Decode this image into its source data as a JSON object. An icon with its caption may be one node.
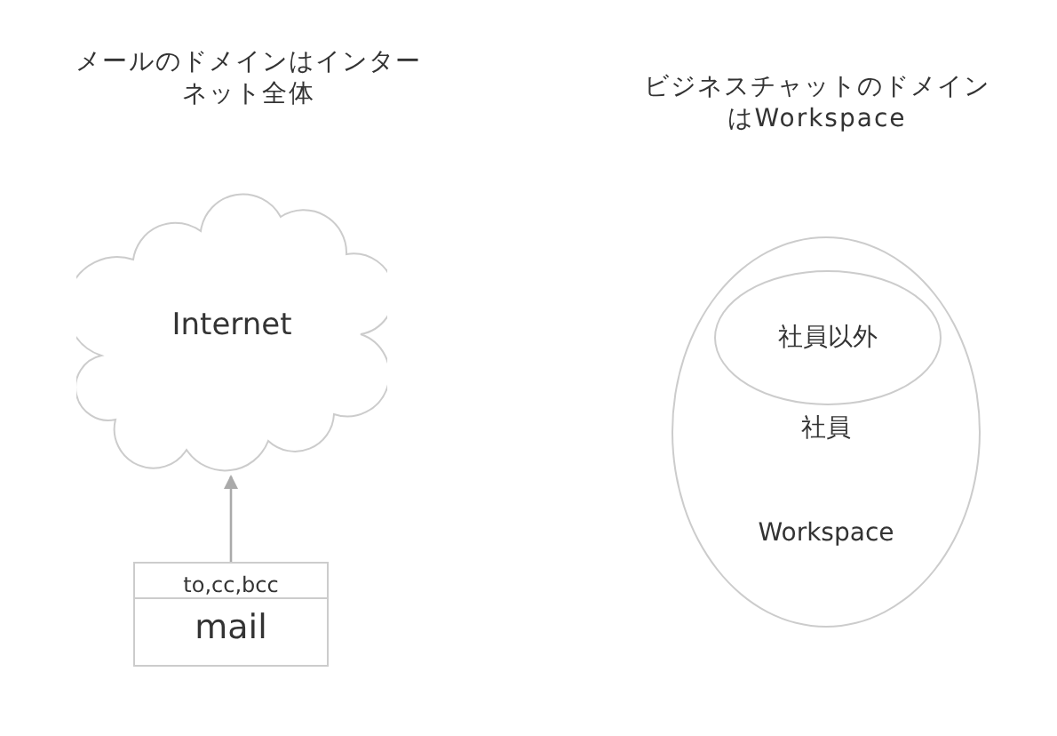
{
  "diagram": {
    "nodes": [
      {
        "text": [
          "Internet"
        ]
      },
      {
        "text": [
          "to,cc,bcc",
          "mail"
        ]
      },
      {
        "text": [
          "社員",
          "Workspace"
        ]
      },
      {
        "text": [
          "社員以外"
        ],
        "in": 2
      }
    ],
    "edges": [
      {
        "from": 1,
        "to": 0,
        "arrow": "to"
      }
    ],
    "labels": [
      "メールのドメインはインターネット全体",
      "ビジネスチャットのドメインはWorkspace"
    ]
  }
}
